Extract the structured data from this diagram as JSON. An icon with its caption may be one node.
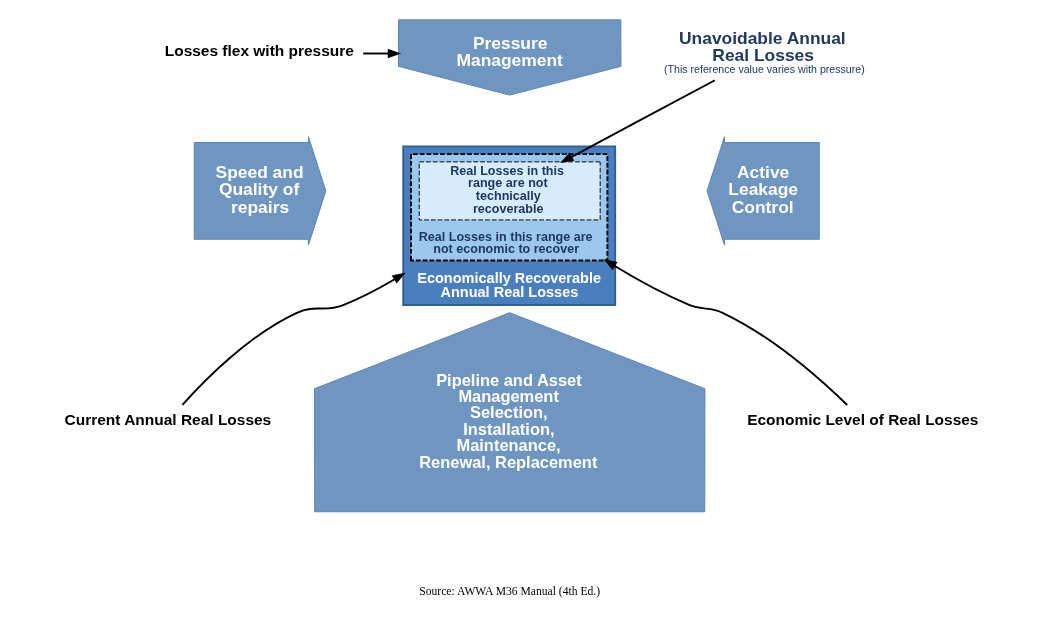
{
  "diagram": {
    "nodes": [
      {
        "text": [
          "Losses flex with pressure"
        ]
      },
      {
        "text": [
          "Pressure Management"
        ]
      },
      {
        "text": [
          "Unavoidable Annual Real Losses"
        ],
        "beside": [
          "(This reference value varies with pressure)"
        ]
      },
      {
        "text": [
          "Speed and Quality of repairs"
        ]
      },
      {
        "text": [
          "Economically Recoverable Annual Real Losses"
        ]
      },
      {
        "text": [
          "Real Losses in this range are not economic to recover"
        ],
        "in": 4
      },
      {
        "text": [
          "Real Losses in this range are not technically recoverable"
        ],
        "in": 5
      },
      {
        "text": [
          "Active Leakage Control"
        ]
      },
      {
        "text": [
          "Current Annual Real Losses"
        ]
      },
      {
        "text": [
          "Pipeline and Asset Management",
          "Selection, Installation, Maintenance, Renewal, Replacement"
        ]
      },
      {
        "text": [
          "Economic Level of Real Losses"
        ]
      }
    ],
    "edges": [
      {
        "from": 0,
        "to": 1,
        "arrow": "to"
      },
      {
        "from": 2,
        "to": 6,
        "arrow": "to"
      },
      {
        "from": 10,
        "to": 5,
        "arrow": "to"
      },
      {
        "from": 8,
        "to": 4,
        "arrow": "to"
      }
    ],
    "labels": [
      "Source: AWWA M36 Manual (4th Ed.)"
    ]
  }
}
